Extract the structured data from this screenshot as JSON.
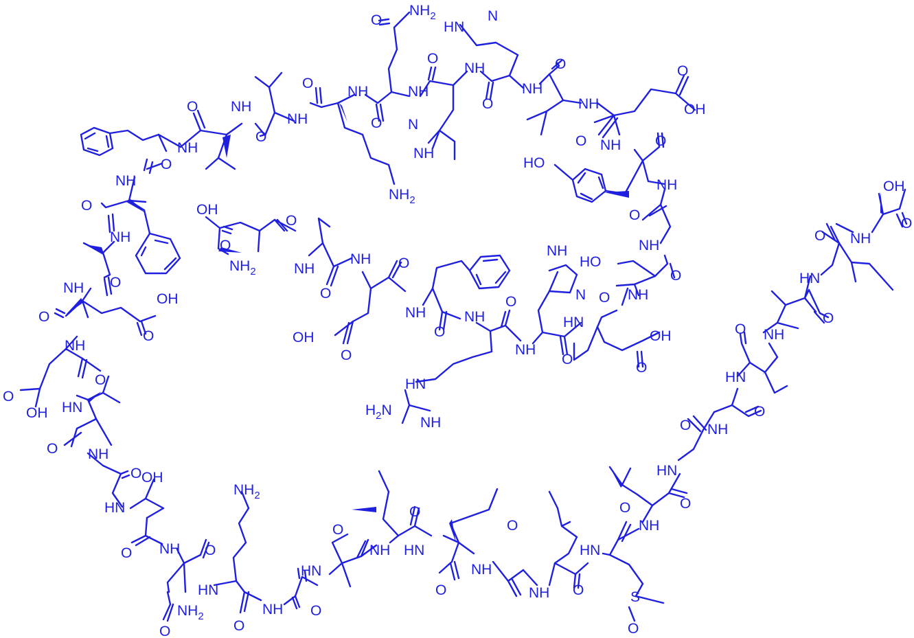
{
  "image": {
    "description_free": true
  },
  "colors": {
    "ink": "#1f1fe0",
    "background": "#ffffff"
  },
  "atoms": {
    "a_nh2_gln": "NH2",
    "a_his1_hn": "HN",
    "a_his1_n": "N",
    "a_o_gln": "O",
    "a_o_his1c": "O",
    "a_nh_his1": "NH",
    "a_o_val1": "O",
    "a_nh_val1": "NH",
    "a_o_leu1": "O",
    "a_o_lys1": "O",
    "a_nh_lys1": "NH",
    "a_nh_gln": "NH",
    "a_o_his2": "O",
    "a_nh_his2": "NH",
    "a_o_his3": "O",
    "a_nh_his3": "NH",
    "a_his2_n": "N",
    "a_his2_nh": "N\nH",
    "a_nh_val2": "NH",
    "a_o_val2": "O",
    "a_oh_glu1": "OH",
    "a_o_glu1": "O",
    "a_nh_glu1": "NH",
    "a_o_tyr": "O",
    "a_ho_tyr": "HO",
    "a_nh_tyr": "NH",
    "a_o_gly1": "O",
    "a_nh_gly1": "NH",
    "a_ho_ser1": "HO",
    "a_o_ser1": "O",
    "a_nh_ser1": "NH",
    "a_o_asp1": "O",
    "a_hn_asp1": "HN",
    "a_oh_asp1": "OH",
    "a_o_asp1b": "O",
    "a_nh2_lys": "NH2",
    "a_o_phe1": "O",
    "a_nh_phe1": "NH",
    "a_nh_phe2": "NH",
    "a_o_phe2": "O",
    "a_o_ala1": "O",
    "a_nh_ala1": "NH",
    "a_nh_glu2": "NH",
    "a_oh_glu2": "OH",
    "a_o_glu2b": "O",
    "a_o_glu2": "O",
    "a_nh_asp2": "NH",
    "a_o_asp2": "O",
    "a_o_asp2b": "O",
    "a_oh_asp2": "OH",
    "a_hn_val3": "HN",
    "a_o_val3": "O",
    "a_nh_gly2": "NH",
    "a_o_gly2": "O",
    "a_oh_ser2": "OH",
    "a_hn_ser2": "HN",
    "a_o_ser2": "O",
    "a_nh_asn": "NH",
    "a_o_asn": "O",
    "a_o_asnb": "O",
    "a_nh2_asn": "NH2",
    "a_hn_lys2": "HN",
    "a_nh2_lys2": "NH2",
    "a_o_lys2": "O",
    "a_nh_gly3": "NH",
    "a_o_gly3": "O",
    "a_hn_ala2": "HN",
    "a_o_ala2": "O",
    "a_nh_ile1": "NH",
    "a_o_ile1": "O",
    "a_hn_ile2": "HN",
    "a_o_ile2": "O",
    "a_nh_gly4": "NH",
    "a_o_gly4": "O",
    "a_nh_leu2": "NH",
    "a_o_leu2": "O",
    "a_hn_met": "HN",
    "a_s_met": "S",
    "a_o_met": "O",
    "a_o_metc": "O",
    "a_nh_val4": "NH",
    "a_o_val4": "O",
    "a_hn_gly5": "HN",
    "a_o_gly5": "O",
    "a_nh_gly6": "NH",
    "a_o_gly6": "O",
    "a_hn_val5": "HN",
    "a_o_val5": "O",
    "a_nh_val6": "NH",
    "a_o_val6": "O",
    "a_hn_ile3": "HN",
    "a_o_ile3": "O",
    "a_nh_ala3": "NH",
    "a_oh_ala3": "OH",
    "a_o_ala3": "O",
    "a_oh_asp0": "OH",
    "a_o_asp0": "O",
    "a_o_asp0b": "O",
    "a_nh2_asp0": "NH2",
    "a_nh_ala0": "NH",
    "a_o_ala0": "O",
    "a_nh_glu0": "NH",
    "a_o_glu0": "O",
    "a_oh_glu0": "OH",
    "a_o_glu0b": "O",
    "a_nh_phe0": "NH",
    "a_o_phe0": "O",
    "a_nh_arg": "NH",
    "a_o_arg": "O",
    "a_hn_guan": "HN",
    "a_h2n_guan": "H2N",
    "a_nh_guan": "NH",
    "a_nh_his4": "NH",
    "a_o_his4": "O",
    "a_his4_n": "N",
    "a_his4_nh": "NH"
  }
}
